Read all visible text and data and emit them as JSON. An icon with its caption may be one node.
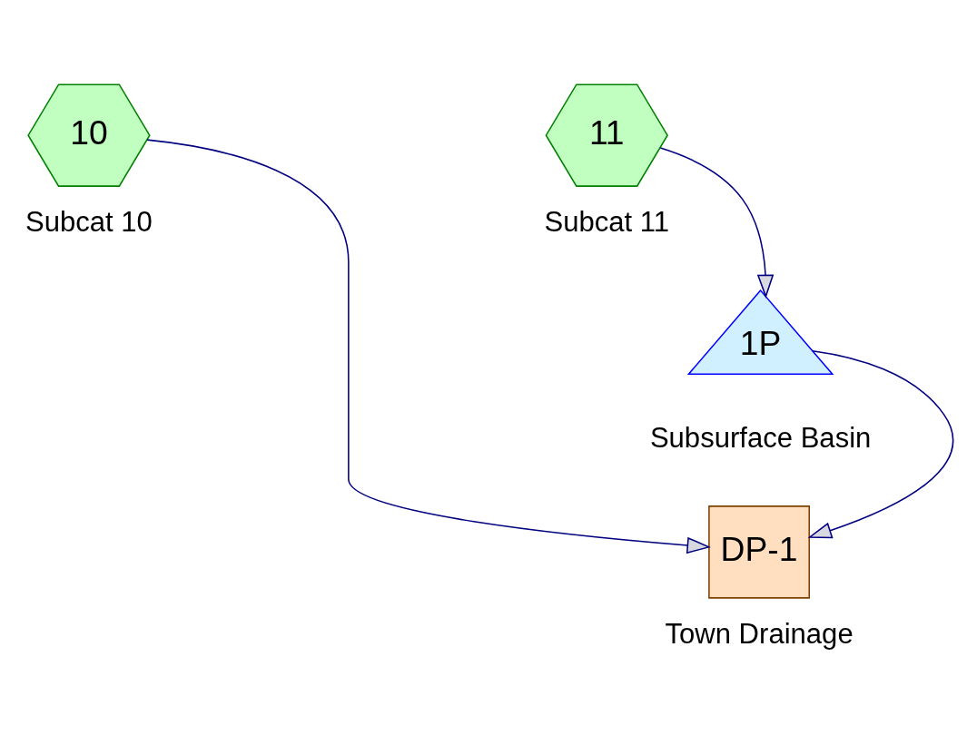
{
  "diagram": {
    "nodes": [
      {
        "text": [
          "10"
        ],
        "beside": [
          "Subcat 10"
        ]
      },
      {
        "text": [
          "11"
        ],
        "beside": [
          "Subcat 11"
        ]
      },
      {
        "text": [
          "1P"
        ],
        "beside": [
          "Subsurface Basin"
        ]
      },
      {
        "text": [
          "DP-1"
        ],
        "beside": [
          "Town Drainage"
        ]
      }
    ],
    "edges": [
      {
        "from": 0,
        "to": 3,
        "arrow": "to"
      },
      {
        "from": 1,
        "to": 2,
        "arrow": "to"
      },
      {
        "from": 2,
        "to": 3,
        "arrow": "to"
      }
    ]
  }
}
